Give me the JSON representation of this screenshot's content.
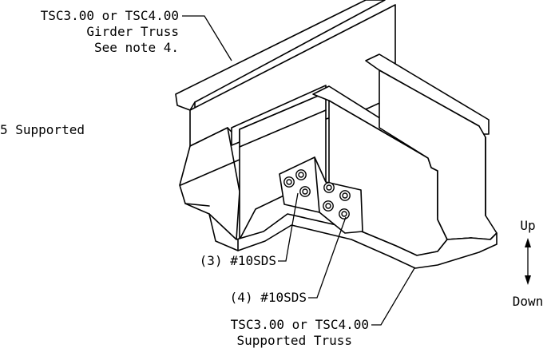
{
  "labels": {
    "girder_line1": "TSC3.00 or TSC4.00",
    "girder_line2": "Girder Truss",
    "girder_line3": "See note 4.",
    "left_partial": "5 Supported",
    "screws_3": "(3) #10SDS",
    "screws_4": "(4) #10SDS",
    "supported_line1": "TSC3.00 or TSC4.00",
    "supported_line2": "Supported Truss",
    "up": "Up",
    "down": "Down"
  }
}
